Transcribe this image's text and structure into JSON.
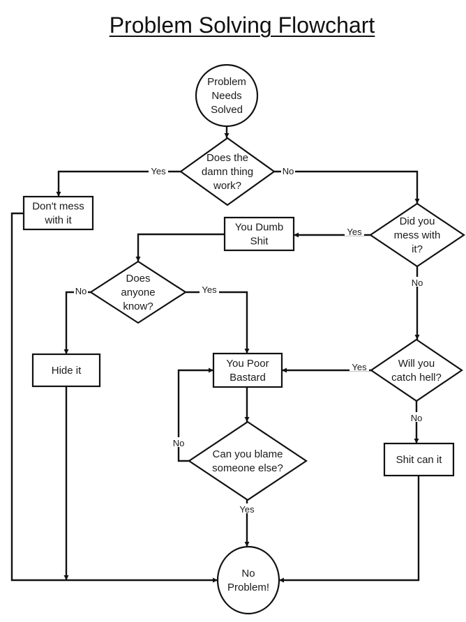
{
  "title": "Problem Solving Flowchart",
  "colors": {
    "ink": "#111111",
    "background": "#ffffff"
  },
  "nodes": {
    "start": {
      "type": "terminal",
      "lines": [
        "Problem",
        "Needs",
        "Solved"
      ]
    },
    "does_it_work": {
      "type": "decision",
      "lines": [
        "Does the",
        "damn thing",
        "work?"
      ]
    },
    "dont_mess": {
      "type": "process",
      "lines": [
        "Don't mess",
        "with it"
      ]
    },
    "did_you_mess": {
      "type": "decision",
      "lines": [
        "Did you",
        "mess with",
        "it?"
      ]
    },
    "you_dumb": {
      "type": "process",
      "lines": [
        "You Dumb",
        "Shit"
      ]
    },
    "anyone_know": {
      "type": "decision",
      "lines": [
        "Does",
        "anyone",
        "know?"
      ]
    },
    "hide_it": {
      "type": "process",
      "lines": [
        "Hide it"
      ]
    },
    "poor_bastard": {
      "type": "process",
      "lines": [
        "You Poor",
        "Bastard"
      ]
    },
    "catch_hell": {
      "type": "decision",
      "lines": [
        "Will you",
        "catch hell?"
      ]
    },
    "blame": {
      "type": "decision",
      "lines": [
        "Can you blame",
        "someone else?"
      ]
    },
    "shit_can": {
      "type": "process",
      "lines": [
        "Shit can it"
      ]
    },
    "end": {
      "type": "terminal",
      "lines": [
        "No",
        "Problem!"
      ]
    }
  },
  "edges": [
    {
      "from": "start",
      "to": "does_it_work",
      "label": ""
    },
    {
      "from": "does_it_work",
      "to": "dont_mess",
      "label": "Yes"
    },
    {
      "from": "does_it_work",
      "to": "did_you_mess",
      "label": "No"
    },
    {
      "from": "did_you_mess",
      "to": "you_dumb",
      "label": "Yes"
    },
    {
      "from": "did_you_mess",
      "to": "catch_hell",
      "label": "No"
    },
    {
      "from": "you_dumb",
      "to": "anyone_know",
      "label": ""
    },
    {
      "from": "anyone_know",
      "to": "hide_it",
      "label": "No"
    },
    {
      "from": "anyone_know",
      "to": "poor_bastard",
      "label": "Yes"
    },
    {
      "from": "catch_hell",
      "to": "poor_bastard",
      "label": "Yes"
    },
    {
      "from": "catch_hell",
      "to": "shit_can",
      "label": "No"
    },
    {
      "from": "poor_bastard",
      "to": "blame",
      "label": ""
    },
    {
      "from": "blame",
      "to": "poor_bastard",
      "label": "No"
    },
    {
      "from": "blame",
      "to": "end",
      "label": "Yes"
    },
    {
      "from": "dont_mess",
      "to": "end",
      "label": ""
    },
    {
      "from": "hide_it",
      "to": "end",
      "label": ""
    },
    {
      "from": "shit_can",
      "to": "end",
      "label": ""
    }
  ]
}
